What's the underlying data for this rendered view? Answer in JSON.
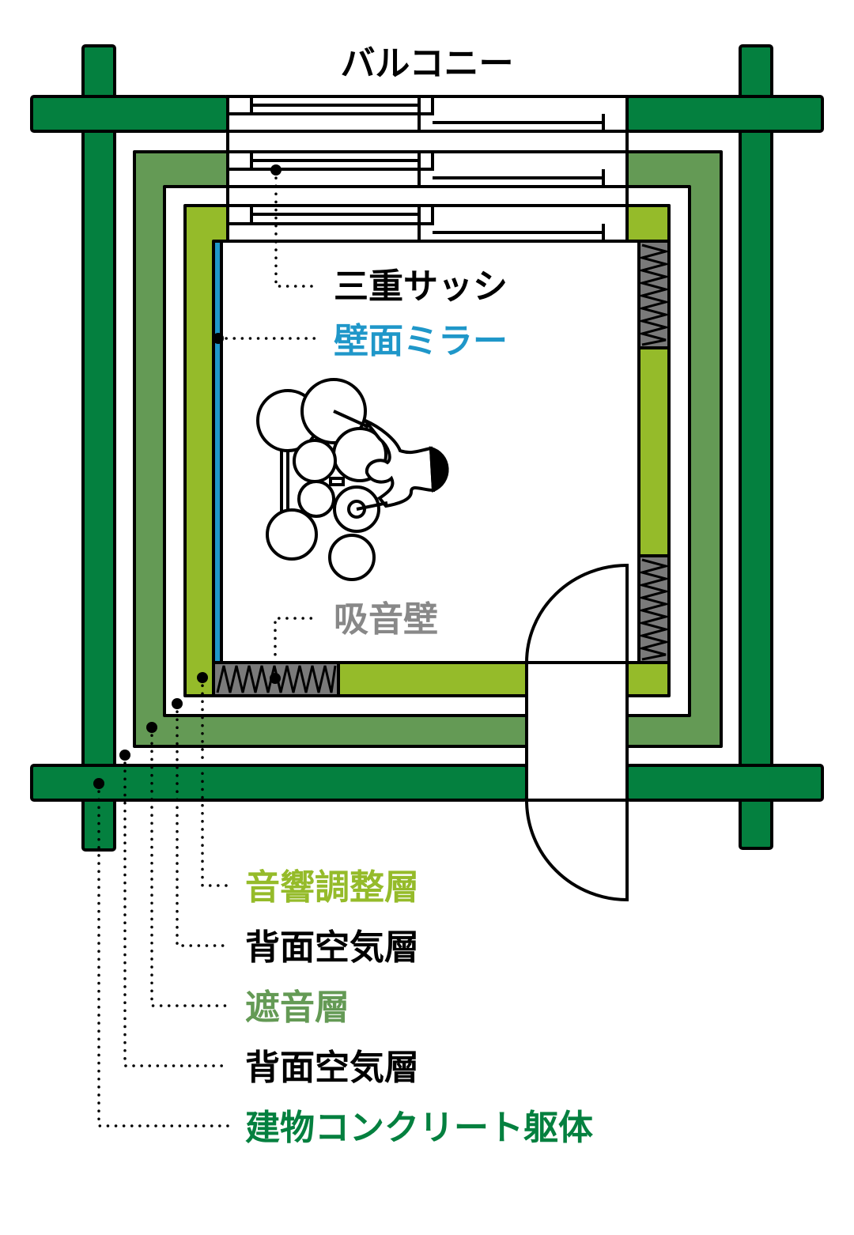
{
  "title": "バルコニー",
  "labels": {
    "triple_sash": "三重サッシ",
    "wall_mirror": "壁面ミラー",
    "absorb_wall": "吸音壁",
    "acoustic_layer": "音響調整層",
    "air_layer_inner": "背面空気層",
    "sound_insulation": "遮音層",
    "air_layer_outer": "背面空気層",
    "concrete": "建物コンクリート躯体"
  },
  "colors": {
    "concrete": "#04803f",
    "insulation": "#649a55",
    "acoustic": "#95bb2a",
    "mirror": "#1f97c9",
    "spring": "#7a7a7a",
    "absorb_text": "#888888"
  }
}
